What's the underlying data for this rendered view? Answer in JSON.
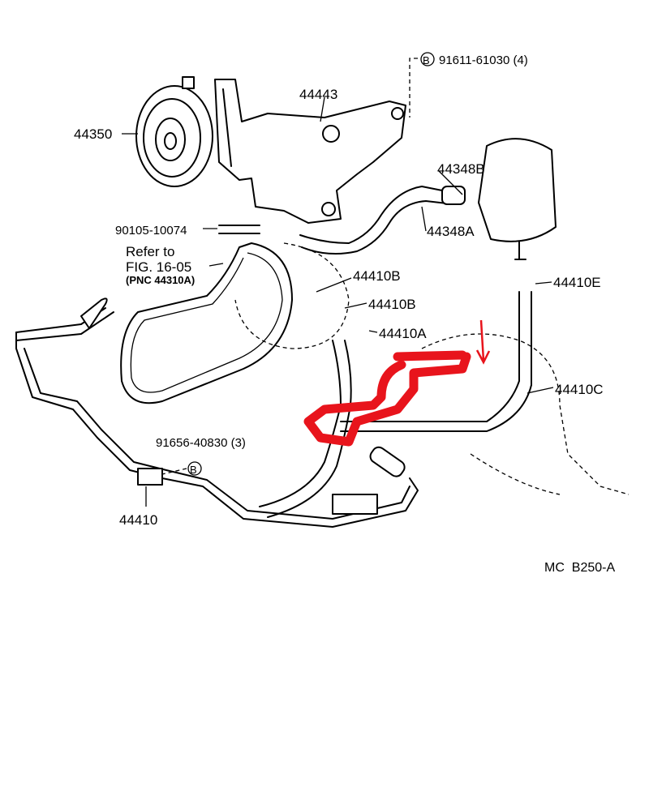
{
  "diagram": {
    "labels": {
      "bolt_b_top": "91611-61030 (4)",
      "bracket": "44443",
      "pulley": "44350",
      "hose_clamp": "44348B",
      "return_hose": "44348A",
      "bolt": "90105-10074",
      "refer_line1": "Refer to",
      "refer_line2": "FIG. 16-05",
      "refer_line3": "(PNC 44310A)",
      "gasket_upper": "44410B",
      "gasket_lower": "44410B",
      "union_bolt": "44410A",
      "pipe_e": "44410E",
      "pipe_c": "44410C",
      "bolt_b_bottom": "91656-40830 (3)",
      "pressure_tube": "44410",
      "figure_code": "MC  B250-A"
    },
    "callout_symbol": "B",
    "highlight_color": "#e8141c"
  }
}
